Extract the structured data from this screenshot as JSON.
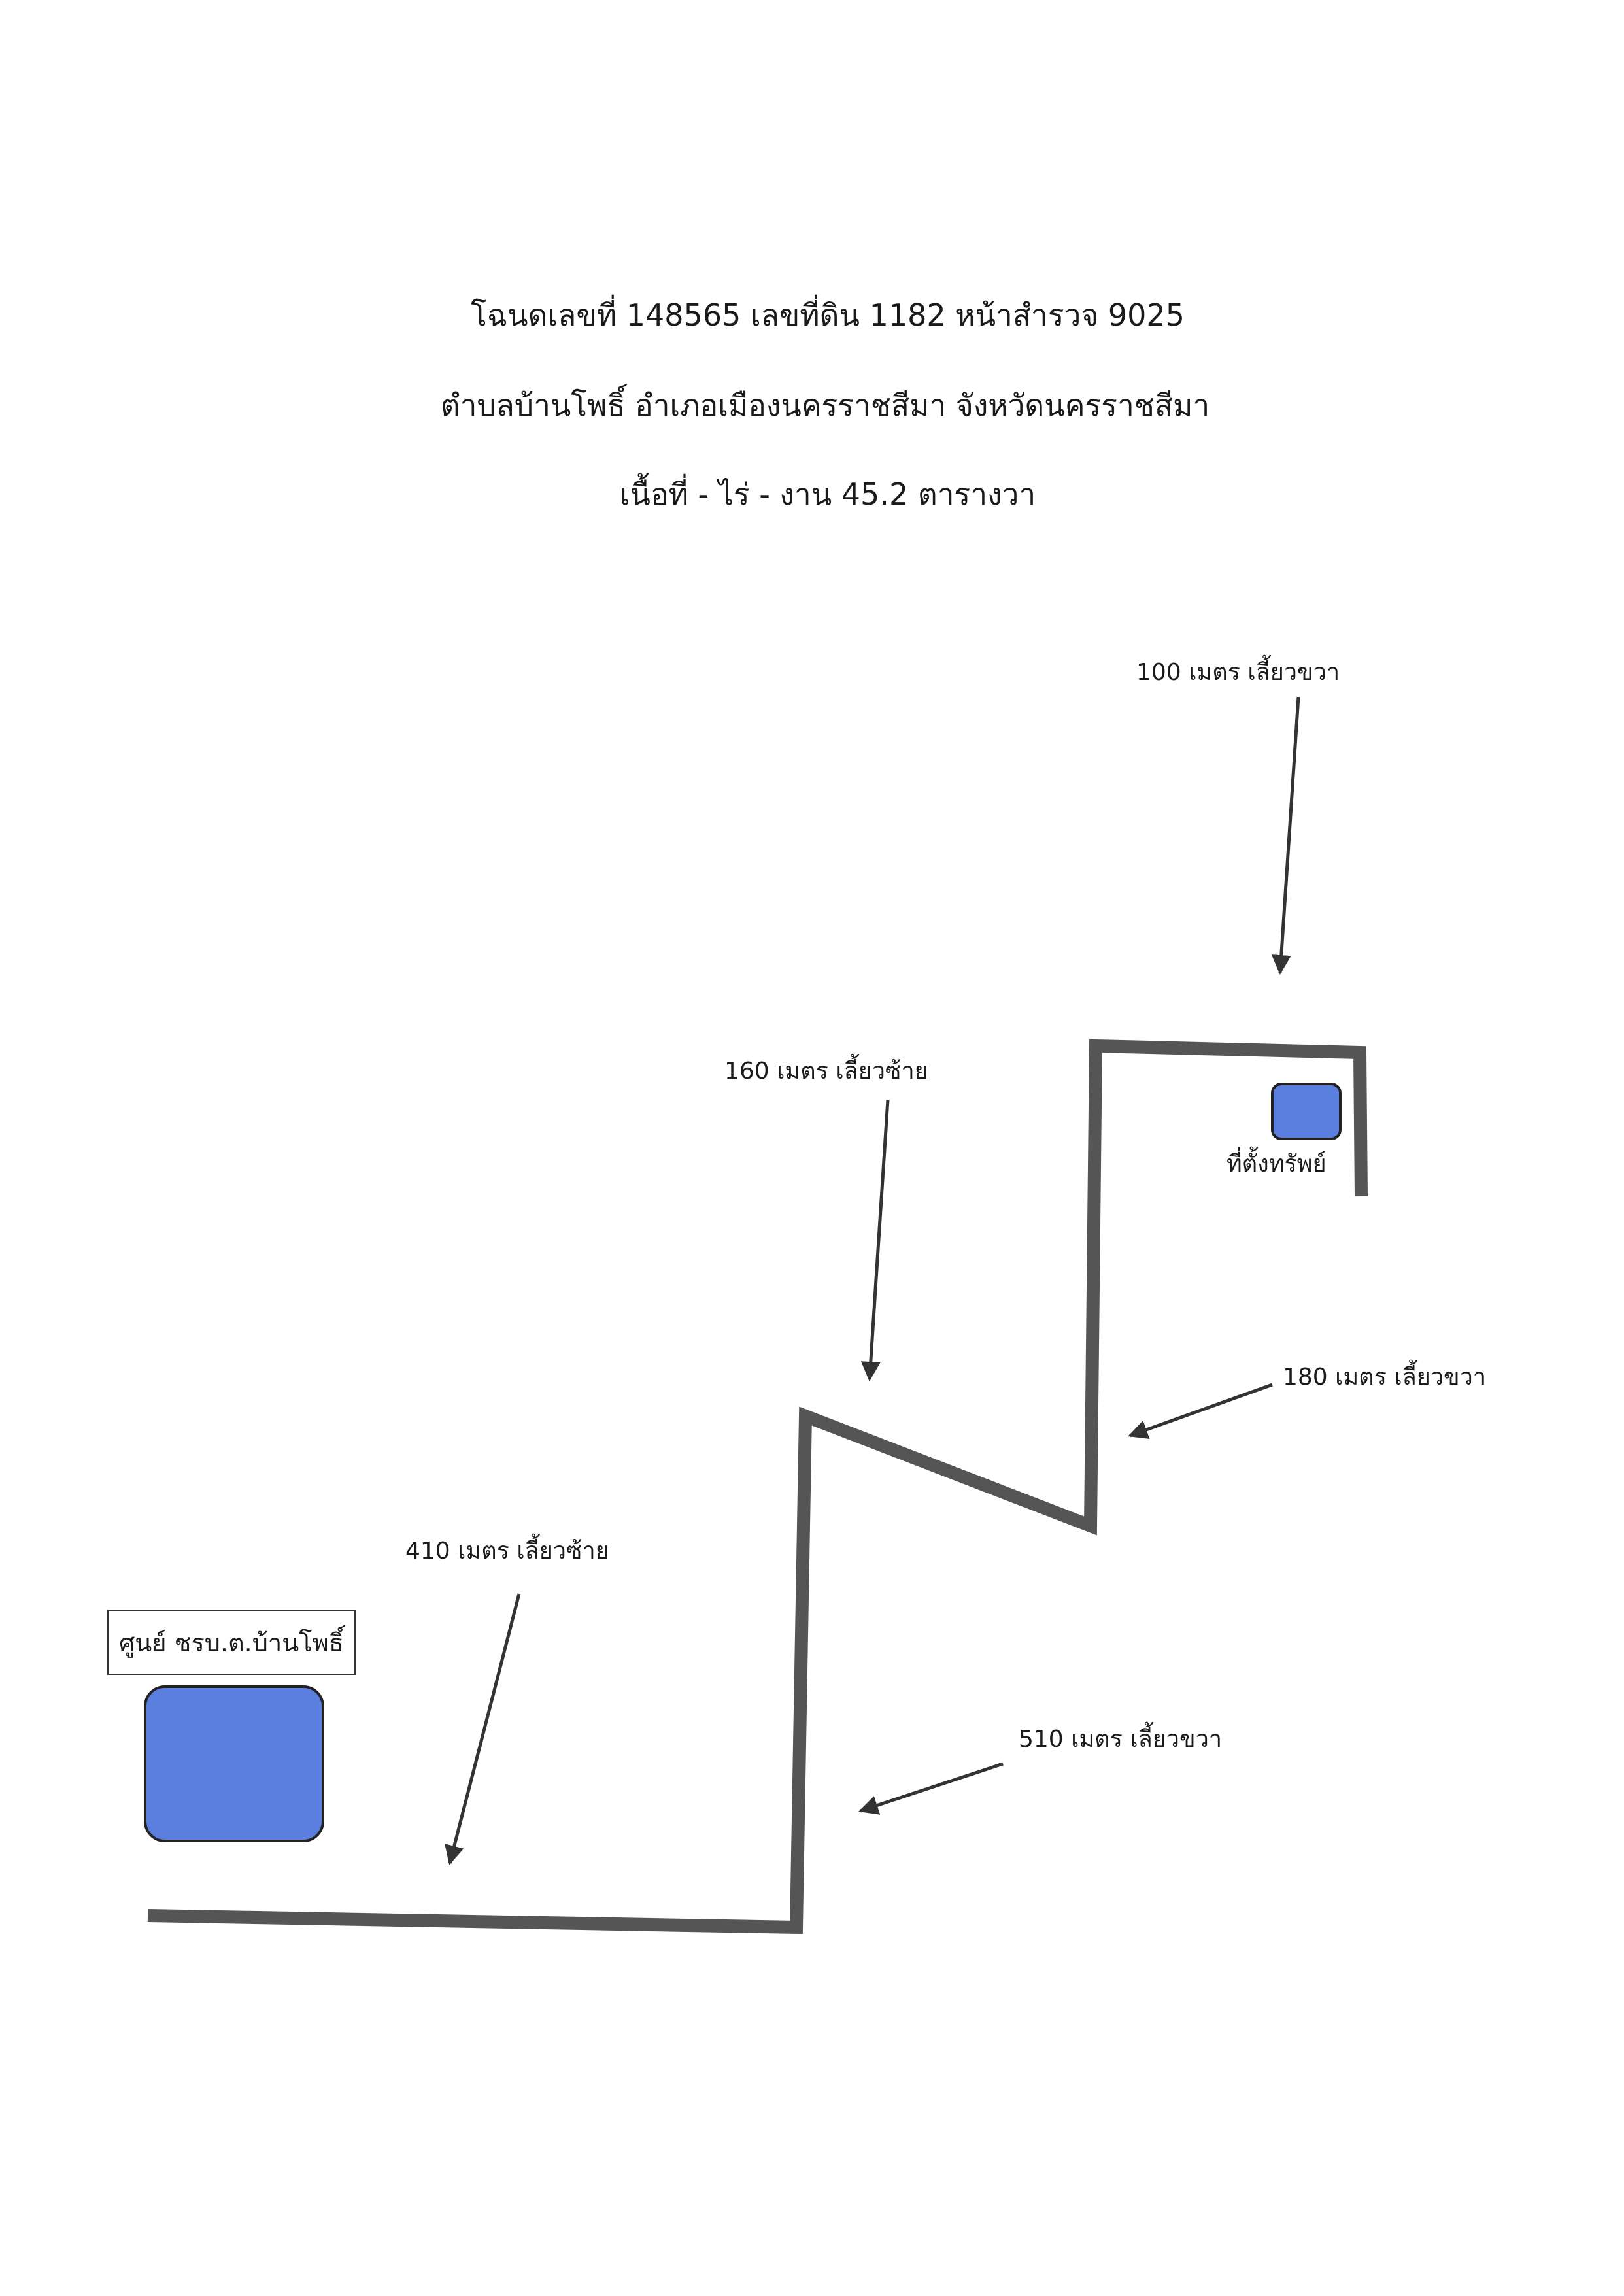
{
  "header": {
    "line1": "โฉนดเลขที่ 148565 เลขที่ดิน 1182 หน้าสำรวจ 9025",
    "line2": "ตำบลบ้านโพธิ์ อำเภอเมืองนครราชสีมา จังหวัดนครราชสีมา",
    "line3": "เนื้อที่  - ไร่  - งาน  45.2 ตารางวา"
  },
  "directions": {
    "d100": "100 เมตร เลี้ยวขวา",
    "d160": "160 เมตร เลี้ยวซ้าย",
    "d180": "180 เมตร เลี้ยวขวา",
    "d410": "410 เมตร เลี้ยวซ้าย",
    "d510": "510  เมตร เลี้ยวขวา"
  },
  "landmarks": {
    "property_label": "ที่ตั้งทรัพย์",
    "center_label": "ศูนย์ ชรบ.ต.บ้านโพธิ์"
  },
  "colors": {
    "road": "#555555",
    "landmark_fill": "#5b7fdf",
    "landmark_stroke": "#222222",
    "arrow": "#333333"
  }
}
